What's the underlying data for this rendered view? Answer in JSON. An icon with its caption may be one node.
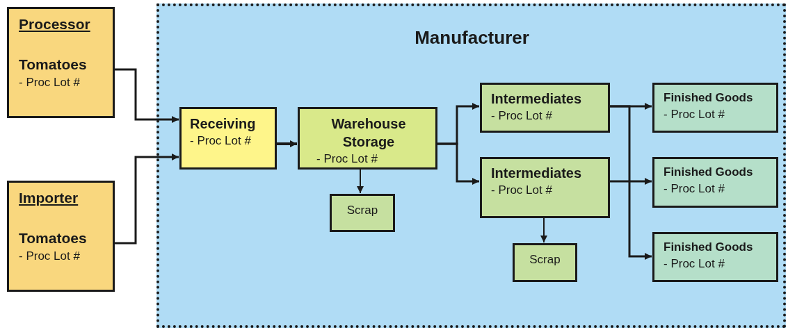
{
  "diagram": {
    "nodes": [
      {
        "text": [
          "Processor",
          "Tomatoes",
          "- Proc Lot #"
        ]
      },
      {
        "text": [
          "Importer",
          "Tomatoes",
          "- Proc Lot #"
        ]
      },
      {
        "text": [
          "Manufacturer"
        ]
      },
      {
        "text": [
          "Receiving",
          "- Proc Lot #"
        ],
        "in": 2
      },
      {
        "text": [
          "Warehouse Storage",
          "- Proc Lot #"
        ],
        "in": 2
      },
      {
        "text": [
          "Scrap"
        ],
        "in": 2
      },
      {
        "text": [
          "Intermediates",
          "- Proc Lot #"
        ],
        "in": 2
      },
      {
        "text": [
          "Intermediates",
          "- Proc Lot #"
        ],
        "in": 2
      },
      {
        "text": [
          "Scrap"
        ],
        "in": 2
      },
      {
        "text": [
          "Finished Goods",
          "- Proc Lot #"
        ],
        "in": 2
      },
      {
        "text": [
          "Finished Goods",
          "- Proc Lot #"
        ],
        "in": 2
      },
      {
        "text": [
          "Finished Goods",
          "- Proc Lot #"
        ],
        "in": 2
      }
    ],
    "edges": [
      {
        "from": 0,
        "to": 3,
        "arrow": "to"
      },
      {
        "from": 1,
        "to": 3,
        "arrow": "to"
      },
      {
        "from": 3,
        "to": 4,
        "arrow": "to"
      },
      {
        "from": 4,
        "to": 6,
        "arrow": "to"
      },
      {
        "from": 4,
        "to": 7,
        "arrow": "to"
      },
      {
        "from": 4,
        "to": 5,
        "arrow": "to"
      },
      {
        "from": 6,
        "to": 9,
        "arrow": "to"
      },
      {
        "from": 6,
        "to": 11,
        "arrow": "to"
      },
      {
        "from": 7,
        "to": 10,
        "arrow": "to"
      },
      {
        "from": 7,
        "to": 8,
        "arrow": "to"
      }
    ]
  }
}
